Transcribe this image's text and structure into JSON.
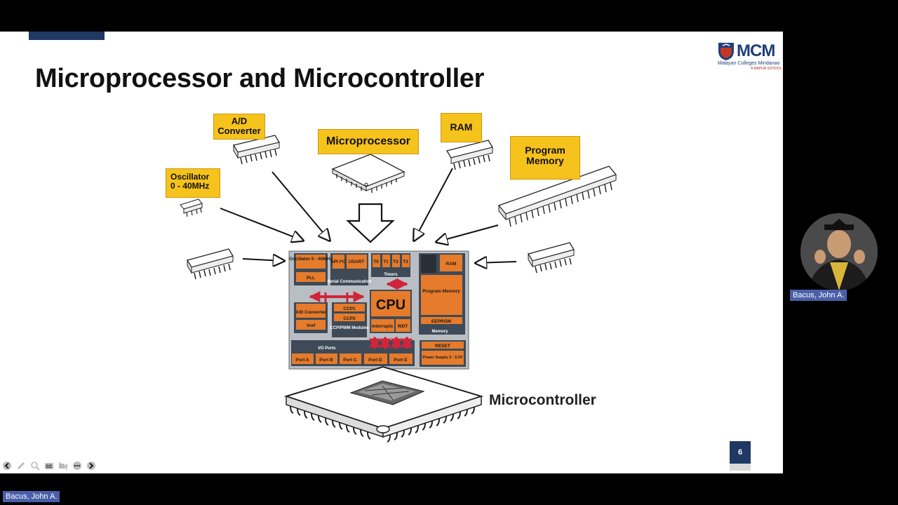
{
  "slide": {
    "title": "Microprocessor and Microcontroller",
    "page_number": "6",
    "logo": {
      "name": "MCM",
      "subtitle": "Malayan Colleges Mindanao",
      "tagline": "A MAPÚA SCHOOL"
    }
  },
  "diagram": {
    "labels": {
      "ad": "A/D Converter",
      "microprocessor": "Microprocessor",
      "ram": "RAM",
      "program_memory": "Program Memory",
      "oscillator": "Oscillator 0 - 40MHz",
      "microcontroller": "Microcontroller"
    },
    "block": {
      "osc": "Oscillator 0 - 40MHz",
      "pll": "PLL",
      "spi": "SPI I²C",
      "usart": "USART",
      "serial": "Serial Communication",
      "t0": "T0",
      "t1": "T1",
      "t2": "T2",
      "t3": "T3",
      "timers": "Timers",
      "ram": "RAM",
      "cpu": "CPU",
      "progmem": "Program Memory",
      "eeprom": "EEPROM",
      "memory": "Memory",
      "ad": "A/D Converter",
      "vref": "Vref",
      "ccp1": "CCP1",
      "ccp2": "CCP2",
      "ccp_modules": "CCP/PWM Modules",
      "interrupts": "Interrupts",
      "wdt": "WDT",
      "io_ports": "I/O Ports",
      "porta": "Port A",
      "portb": "Port B",
      "portc": "Port C",
      "portd": "Port D",
      "porte": "Port E",
      "reset": "RESET",
      "power": "Power Supply 2 - 5.5V"
    }
  },
  "toolbar": {
    "icons": [
      "back-icon",
      "pen-icon",
      "zoom-icon",
      "captions-icon",
      "video-icon",
      "more-icon",
      "forward-icon"
    ]
  },
  "participants": {
    "webcam_name": "Bacus, John A.",
    "bottom_name": "Bacus, John A."
  }
}
